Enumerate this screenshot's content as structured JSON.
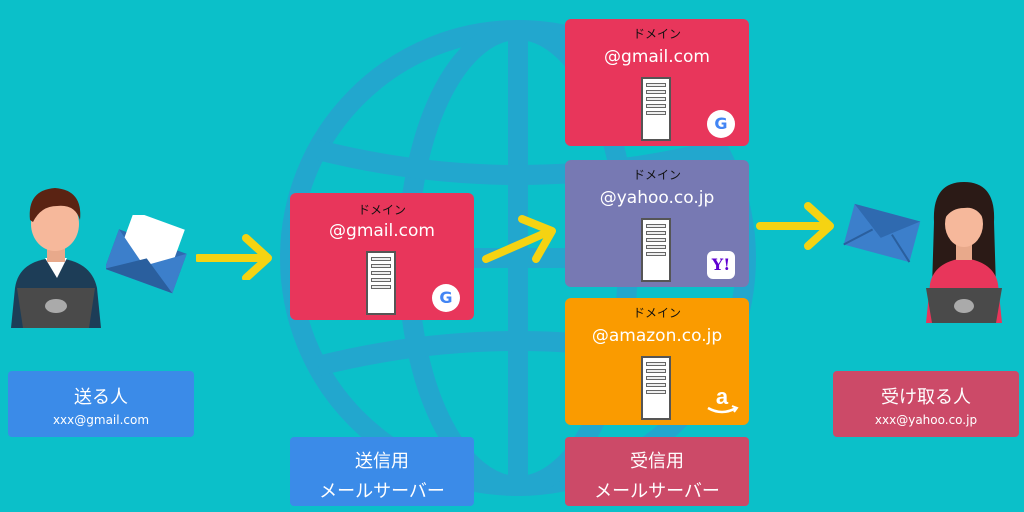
{
  "sender": {
    "title": "送る人",
    "email": "xxx@gmail.com"
  },
  "receiver": {
    "title": "受け取る人",
    "email": "xxx@yahoo.co.jp"
  },
  "send_server": {
    "domain_label": "ドメイン",
    "address": "@gmail.com",
    "logo": "google-logo",
    "caption_line1": "送信用",
    "caption_line2": "メールサーバー"
  },
  "receive_servers": [
    {
      "domain_label": "ドメイン",
      "address": "@gmail.com",
      "logo": "google-logo"
    },
    {
      "domain_label": "ドメイン",
      "address": "@yahoo.co.jp",
      "logo": "yahoo-logo"
    },
    {
      "domain_label": "ドメイン",
      "address": "@amazon.co.jp",
      "logo": "amazon-logo"
    }
  ],
  "receive_caption": {
    "line1": "受信用",
    "line2": "メールサーバー"
  },
  "colors": {
    "background": "#0bc0c9",
    "red": "#e8365b",
    "purple": "#7779b3",
    "orange": "#fa9b00",
    "label_blue": "#3b8be8",
    "label_pink": "#cc4a68",
    "arrow": "#f5d312"
  }
}
